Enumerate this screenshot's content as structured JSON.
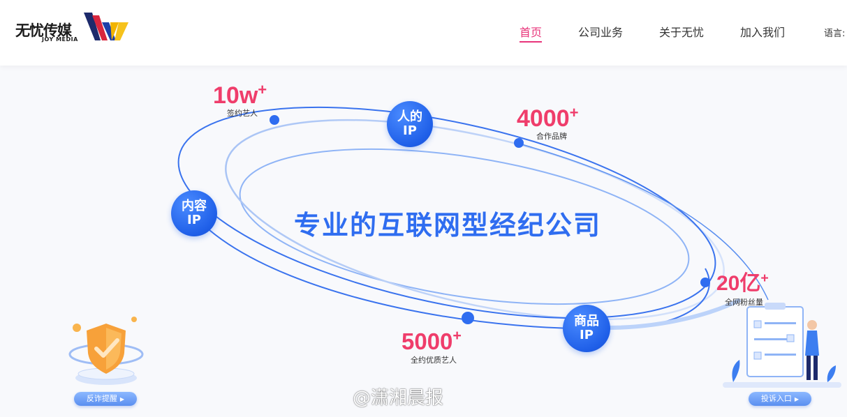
{
  "brand": {
    "name_cn": "无忧传媒",
    "name_en": "JOY MEDIA"
  },
  "nav": {
    "items": [
      {
        "label": "首页",
        "active": true
      },
      {
        "label": "公司业务",
        "active": false
      },
      {
        "label": "关于无忧",
        "active": false
      },
      {
        "label": "加入我们",
        "active": false
      }
    ],
    "language_label": "语言:"
  },
  "hero": {
    "headline": "专业的互联网型经纪公司",
    "stats": [
      {
        "value": "10w",
        "suffix": "+",
        "label": "签约艺人"
      },
      {
        "value": "4000",
        "suffix": "+",
        "label": "合作品牌"
      },
      {
        "value": "20亿",
        "suffix": "+",
        "label": "全网粉丝量"
      },
      {
        "value": "5000",
        "suffix": "+",
        "label": "全约优质艺人"
      }
    ],
    "ip_nodes": [
      {
        "line1": "人的",
        "line2": "IP"
      },
      {
        "line1": "内容",
        "line2": "IP"
      },
      {
        "line1": "商品",
        "line2": "IP"
      }
    ]
  },
  "actions": {
    "fraud_reminder": "反诈提醒",
    "complaint_entry": "投诉入口"
  },
  "watermark": "@潇湘晨报",
  "colors": {
    "accent": "#e8347a",
    "stat": "#ef3d6b",
    "primary_blue": "#2f6df0"
  }
}
